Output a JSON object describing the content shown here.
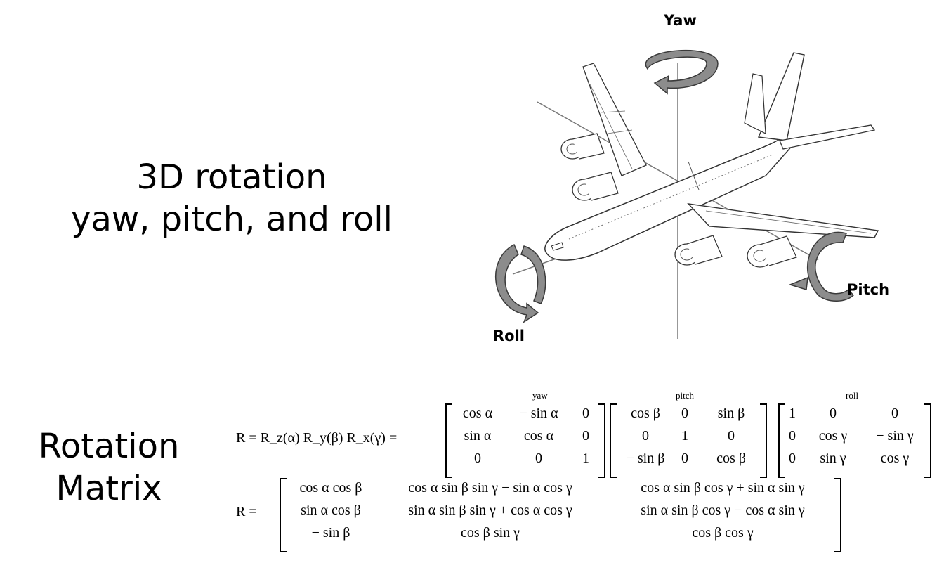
{
  "title": {
    "line1": "3D rotation",
    "line2": "yaw, pitch, and roll"
  },
  "matrix_title": {
    "line1": "Rotation",
    "line2": "Matrix"
  },
  "axis_labels": {
    "yaw": "Yaw",
    "roll": "Roll",
    "pitch": "Pitch"
  },
  "equation1": {
    "lhs": "R = R_z(α) R_y(β) R_x(γ) =",
    "yaw_label": "yaw",
    "pitch_label": "pitch",
    "roll_label": "roll",
    "yaw_matrix": [
      [
        "cos α",
        "− sin α",
        "0"
      ],
      [
        "sin α",
        "cos α",
        "0"
      ],
      [
        "0",
        "0",
        "1"
      ]
    ],
    "pitch_matrix": [
      [
        "cos β",
        "0",
        "sin β"
      ],
      [
        "0",
        "1",
        "0"
      ],
      [
        "− sin β",
        "0",
        "cos β"
      ]
    ],
    "roll_matrix": [
      [
        "1",
        "0",
        "0"
      ],
      [
        "0",
        "cos γ",
        "− sin γ"
      ],
      [
        "0",
        "sin γ",
        "cos γ"
      ]
    ]
  },
  "equation2": {
    "lhs": "R =",
    "matrix": [
      [
        "cos α cos β",
        "cos α sin β sin γ − sin α cos γ",
        "cos α sin β cos γ + sin α sin γ"
      ],
      [
        "sin α cos β",
        "sin α sin β sin γ + cos α cos γ",
        "sin α sin β cos γ − cos α sin γ"
      ],
      [
        "− sin β",
        "cos β sin γ",
        "cos β cos γ"
      ]
    ]
  },
  "colors": {
    "arrow_fill": "#8c8c8c",
    "arrow_dark": "#4a4a4a",
    "line": "#555555"
  }
}
